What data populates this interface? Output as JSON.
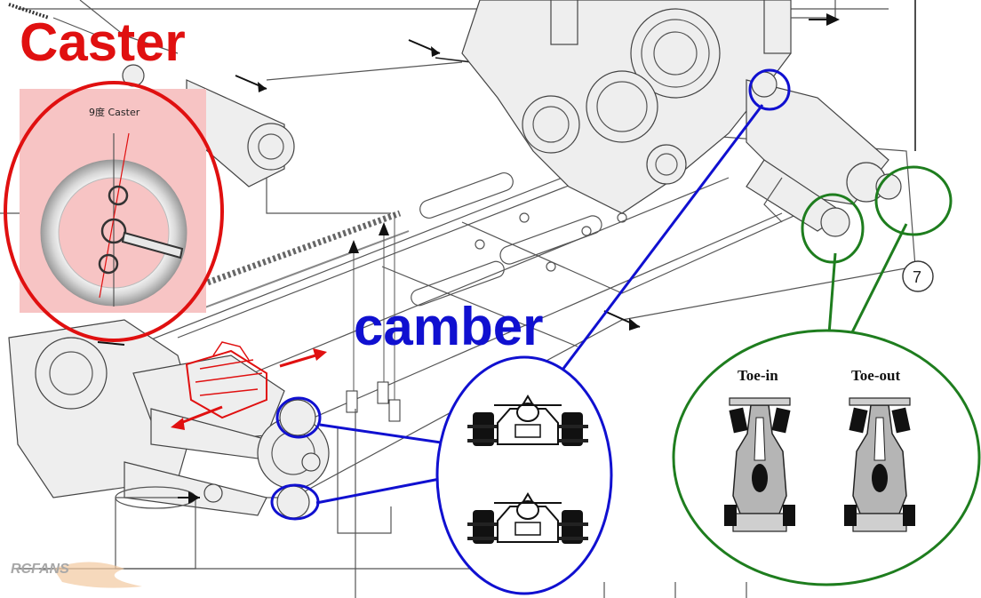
{
  "labels": {
    "caster": "Caster",
    "caster_detail": "9度 Caster",
    "camber": "camber",
    "toe_in": "Toe-in",
    "toe_out": "Toe-out",
    "step_number": "7",
    "watermark": "RCFANS"
  },
  "colors": {
    "caster": "#e01010",
    "camber": "#1010d0",
    "toe": "#1e7d1e",
    "caster_bg": "#f7c4c4"
  },
  "icons": {
    "camber_car": "formula-car-icon",
    "toe_car": "formula-car-top-icon"
  }
}
